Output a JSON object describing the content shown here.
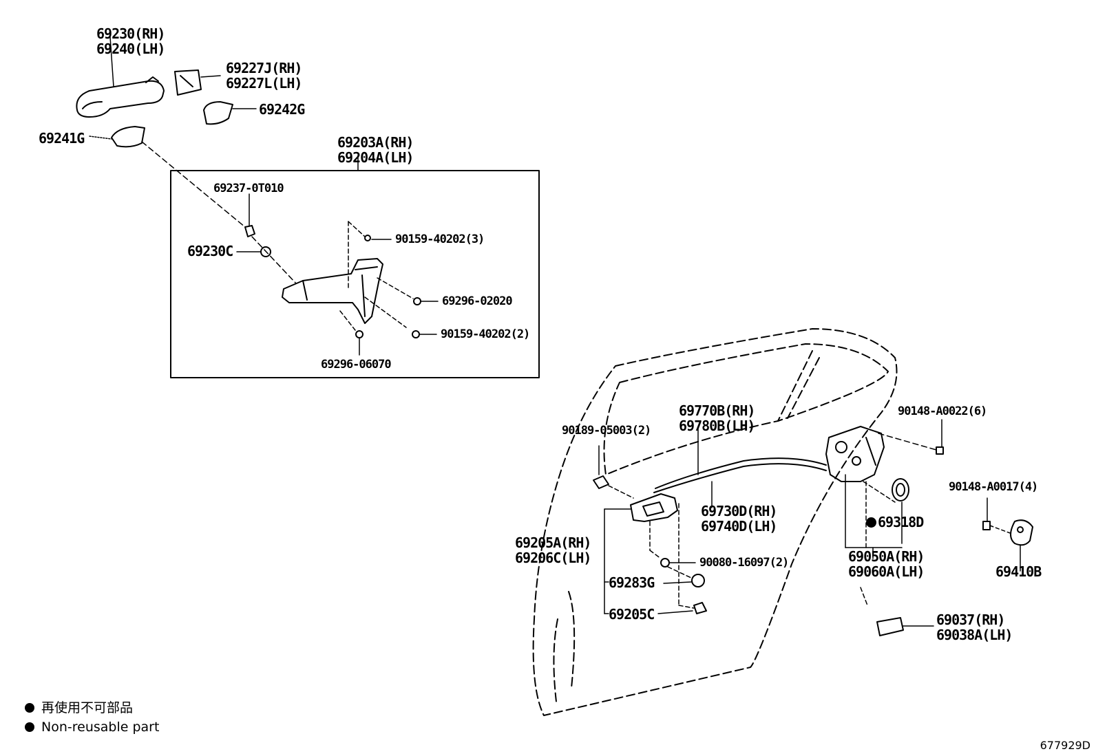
{
  "figure_id": "677929D",
  "legend": {
    "jp": "再使用不可部品",
    "en": "Non-reusable part"
  },
  "parts": {
    "outside_handle_rh": "69230(RH)",
    "outside_handle_lh": "69240(LH)",
    "cover_rh": "69227J(RH)",
    "cover_lh": "69227L(LH)",
    "pad_rear": "69242G",
    "pad_front": "69241G",
    "frame_rh": "69203A(RH)",
    "frame_lh": "69204A(LH)",
    "clip": "69237-0T010",
    "cap": "69230C",
    "screw_a": "90159-40202(3)",
    "screw_b": "69296-02020",
    "screw_c": "90159-40202(2)",
    "screw_d": "69296-06070",
    "cable_upper_rh": "69770B(RH)",
    "cable_upper_lh": "69780B(LH)",
    "clip_upper": "90189-05003(2)",
    "bolt_lock": "90148-A0022(6)",
    "cable_lower_rh": "69730D(RH)",
    "cable_lower_lh": "69740D(LH)",
    "seal": "69318D",
    "lock_rh": "69050A(RH)",
    "lock_lh": "69060A(LH)",
    "bolt_striker": "90148-A0017(4)",
    "striker": "69410B",
    "inside_handle_rh": "69205A(RH)",
    "inside_handle_lh": "69206C(LH)",
    "screw_inner": "90080-16097(2)",
    "plug": "69283G",
    "bezel": "69205C",
    "bracket_rh": "69037(RH)",
    "bracket_lh": "69038A(LH)"
  }
}
